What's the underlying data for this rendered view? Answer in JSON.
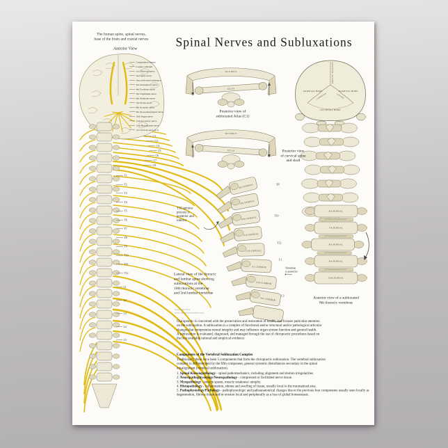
{
  "poster": {
    "title": "Spinal Nerves and Subluxations",
    "intro": {
      "line1": "The human spine, spinal nerves,",
      "line2": "base of the brain and cranial nerves",
      "view": "Anterior View"
    },
    "spine_map": {
      "cranial": [
        "Longitudinal fissure",
        "Corpus callosum",
        "1st Olfactory nerve",
        "2nd Optic nerve",
        "Ant. perforated substance",
        "3rd Oculomotor nerve",
        "4th Trochlear nerve",
        "5th Trigeminal nerve",
        "6th Abducent nerve",
        "7th Facial nerve",
        "8th Acoustic nerve",
        "9th Glossopharyngeal nerve",
        "10th Vagus nerve",
        "11th Accessory nerve",
        "12th Hypoglossal nerve",
        "1st Cervical nerve (C1)"
      ],
      "cervical": [
        "C2",
        "C3",
        "C4",
        "C5",
        "C6",
        "C7",
        "C8"
      ],
      "thoracic": [
        "T1",
        "T2",
        "T3",
        "T4",
        "T5",
        "T6",
        "T7",
        "T8",
        "T9",
        "T10",
        "T11",
        "T12"
      ],
      "lumbar": [
        "L1",
        "L2",
        "L3",
        "L4",
        "L5"
      ]
    },
    "figures": {
      "atlas": {
        "occiput_label": "OCCIPUT",
        "atlas_label": "ATLAS",
        "caption": [
          "Posterior view of",
          "subluxated Atlas (C1)"
        ]
      },
      "skull": {
        "sagittal": "SAGITTAL SUTURE",
        "parietal_left": "PARIETAL BONE",
        "parietal_right": "PARIETAL BONE",
        "lambdoid": "LAMBDOID",
        "suture": "SUTURE",
        "occipital": "OCCIPITAL BONE",
        "caption": [
          "Posterior view",
          "of cervical spine",
          "and skull"
        ]
      },
      "lateral": {
        "bodies": [
          "8th DORSAL",
          "9th DORSAL",
          "10th DORSAL",
          "11th DORSAL",
          "12th DORSAL",
          "1st LUMBAR",
          "2nd LUMBAR",
          "3rd LUMBAR"
        ],
        "side_labels": [
          "T8",
          "T10",
          "T12",
          "L1",
          "L3"
        ],
        "annotation": [
          "T10 spinous",
          "process is",
          "posterior and",
          "inferior"
        ],
        "posterior_note": [
          "Vertebrae",
          "is posterior"
        ],
        "caption": [
          "Lateral view of the thoracic",
          "and lumbar spine showing",
          "subluxations at the",
          "10th thoracic vertebrae",
          "and 2nd lumbar vertebrae"
        ]
      },
      "anterior": {
        "labels": [
          "6th DORSAL",
          "INTERVERTEBRAL DISC",
          "7th DORSAL",
          "INTERVERTEBRAL DISC",
          "8th DORSAL",
          "INTERVERTEBRAL DISC",
          "9th DORSAL",
          "INTERVERTEBRAL DISC",
          "10th DORSAL"
        ],
        "caption": [
          "Anterior view of a subluxated",
          "8th thoracic vertebrae"
        ]
      }
    },
    "copyright": [
      "Copyright 2014",
      "www.chiropracticposters.com"
    ],
    "body_text": {
      "para1": [
        "Chiropractic is concerned with the preservation and restoration of health, and focuses particular attention",
        "on the subluxation. A subluxation is a complex of functional and/or structural and/or pathological articular",
        "changes that compromise neural integrity and may influence organ system function and general health.",
        "A subluxation is evaluated, diagnosed, and managed through the use of chiropractic procedures based on",
        "the best available rational and empirical evidence."
      ],
      "heading": "Components of the Vertebral Subluxation Complex",
      "para2": [
        "Traditionally there have been 5 components that form the chiropractic subluxation. The vertebral subluxation",
        "complex is differentiated by the fifth component, general systemic disturbances secondary to the spinal",
        "misalignment (vertebral subluxation)."
      ],
      "items": [
        {
          "num": "1. ",
          "term": "Spinal Kinesiopathology",
          "desc": " - spinal pathomechanics, including alignment and motion irregularities."
        },
        {
          "num": "2. ",
          "term": "Neuropathophysiology/Neuropathology",
          "desc": " - compressed or facilitated nerve tissue."
        },
        {
          "num": "3. ",
          "term": "Myopathology",
          "desc": " - muscle spasm, muscle weakness/ atrophy."
        },
        {
          "num": "4. ",
          "term": "Histopathology",
          "desc": " - inflammation, edema and swelling of tissue, usually local to the traumatized area."
        },
        {
          "num": "5. ",
          "term": "Pathophysiology/Pathology",
          "desc": " - pathophysiologic and pathoanatomical changes due to the previous four components usually seen locally as degeneration, fibrous tissue and/or erosion local and peripherally as a loss of global homeostasis."
        }
      ]
    }
  }
}
